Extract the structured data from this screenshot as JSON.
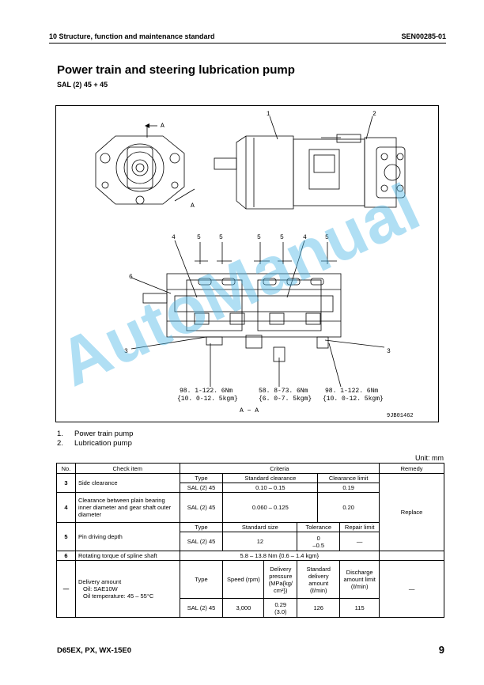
{
  "header": {
    "left": "10 Structure, function and maintenance standard",
    "right": "SEN00285-01"
  },
  "title": "Power train and steering lubrication pump",
  "subtitle": "SAL (2) 45 + 45",
  "figure": {
    "callouts": {
      "c1": "1",
      "c2": "2",
      "c3a": "3",
      "c3b": "3",
      "c4a": "4",
      "c4b": "4",
      "c5a": "5",
      "c5b": "5",
      "c5c": "5",
      "c5d": "5",
      "c5e": "5",
      "c6": "6",
      "sectionA1": "A",
      "sectionA2": "A"
    },
    "torque": {
      "t1_line1": "98. 1-122. 6Nm",
      "t1_line2": "{10. 0-12. 5kgm}",
      "t2_line1": "58. 8-73. 6Nm",
      "t2_line2": "{6. 0-7. 5kgm}",
      "t3_line1": "98. 1-122. 6Nm",
      "t3_line2": "{10. 0-12. 5kgm}"
    },
    "section_label": "A − A",
    "code": "9JB01462"
  },
  "watermark": "AutoManual",
  "legend": [
    {
      "num": "1.",
      "text": "Power train pump"
    },
    {
      "num": "2.",
      "text": "Lubrication pump"
    }
  ],
  "unit": "Unit: mm",
  "table": {
    "headers": {
      "no": "No.",
      "check": "Check item",
      "criteria": "Criteria",
      "remedy": "Remedy"
    },
    "row3": {
      "no": "3",
      "item": "Side clearance",
      "h_type": "Type",
      "h_std": "Standard clearance",
      "h_limit": "Clearance limit",
      "type": "SAL (2) 45",
      "std": "0.10 – 0.15",
      "limit": "0.19"
    },
    "row4": {
      "no": "4",
      "item": "Clearance between plain bearing inner diameter and gear shaft outer diameter",
      "type": "SAL (2) 45",
      "std": "0.060 – 0.125",
      "limit": "0.20"
    },
    "remedy": "Replace",
    "row5": {
      "no": "5",
      "item": "Pin driving depth",
      "h_type": "Type",
      "h_std": "Standard size",
      "h_tol": "Tolerance",
      "h_repair": "Repair limit",
      "type": "SAL (2) 45",
      "std": "12",
      "tol1": "0",
      "tol2": "–0.5",
      "repair": "—"
    },
    "row6": {
      "no": "6",
      "item": "Rotating torque of spline shaft",
      "value": "5.8 – 13.8 Nm {0.6 – 1.4 kgm}"
    },
    "row7": {
      "no": "—",
      "item1": "Delivery amount",
      "item2": "Oil: SAE10W",
      "item3": "Oil temperature: 45 – 55°C",
      "h_type": "Type",
      "h_speed": "Speed (rpm)",
      "h_pressure": "Delivery pressure (MPa{kg/ cm²})",
      "h_std": "Standard delivery amount (ℓ/min)",
      "h_limit": "Discharge amount limit (ℓ/min)",
      "type": "SAL (2) 45",
      "speed": "3,000",
      "pressure1": "0.29",
      "pressure2": "(3.0)",
      "std": "126",
      "limit": "115",
      "remedy": "—"
    }
  },
  "footer": "D65EX, PX, WX-15E0",
  "page_number": "9"
}
